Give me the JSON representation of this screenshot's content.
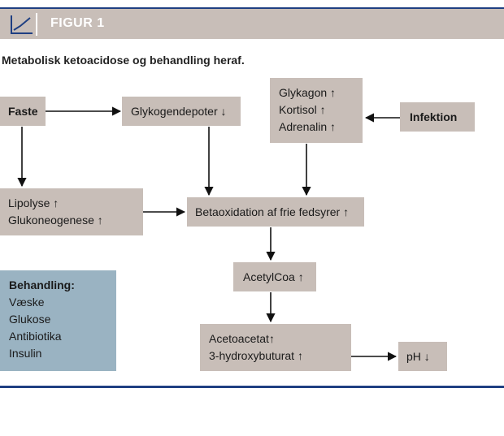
{
  "header": {
    "title": "FIGUR 1",
    "icon": "line-chart-icon",
    "colors": {
      "bar": "#c8beb8",
      "rule": "#1f3f82",
      "title_text": "#ffffff"
    }
  },
  "subtitle": "Metabolisk ketoacidose og behandling heraf.",
  "nodes": {
    "faste": "Faste",
    "glykogendepoter": "Glykogendepoter ↓",
    "hormones": [
      "Glykagon ↑",
      "Kortisol ↑",
      "Adrenalin ↑"
    ],
    "infektion": "Infektion",
    "lipolyse": [
      "Lipolyse ↑",
      "Glukoneogenese ↑"
    ],
    "betaoxidation": "Betaoxidation af frie fedsyrer ↑",
    "acetylcoa": "AcetylCoa ↑",
    "ketones": [
      "Acetoacetat↑",
      "3-hydroxybuturat ↑"
    ],
    "ph": "pH ↓"
  },
  "treatment": {
    "heading": "Behandling:",
    "items": [
      "Væske",
      "Glukose",
      "Antibiotika",
      "Insulin"
    ],
    "color": "#9ab3c2"
  },
  "edges": [
    [
      "faste",
      "glykogendepoter"
    ],
    [
      "faste",
      "lipolyse"
    ],
    [
      "glykogendepoter",
      "betaoxidation"
    ],
    [
      "infektion",
      "hormones"
    ],
    [
      "hormones",
      "betaoxidation"
    ],
    [
      "lipolyse",
      "betaoxidation"
    ],
    [
      "betaoxidation",
      "acetylcoa"
    ],
    [
      "acetylcoa",
      "ketones"
    ],
    [
      "ketones",
      "ph"
    ]
  ]
}
